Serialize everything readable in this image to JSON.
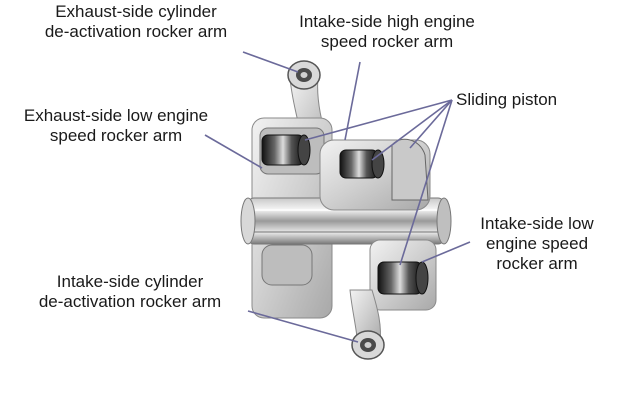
{
  "labels": {
    "exhaust_deactivation": [
      "Exhaust-side cylinder",
      "de-activation rocker arm"
    ],
    "intake_high": [
      "Intake-side high engine",
      "speed rocker arm"
    ],
    "sliding_piston": "Sliding piston",
    "exhaust_low": [
      "Exhaust-side low engine",
      "speed rocker arm"
    ],
    "intake_low": [
      "Intake-side low",
      "engine speed",
      "rocker arm"
    ],
    "intake_deactivation": [
      "Intake-side cylinder",
      "de-activation rocker arm"
    ]
  },
  "colors": {
    "leader_line": "#6b6a9a",
    "metal_dark": "#2a2a2a",
    "metal_mid": "#8a8a8a",
    "metal_light": "#e6e6e6"
  }
}
